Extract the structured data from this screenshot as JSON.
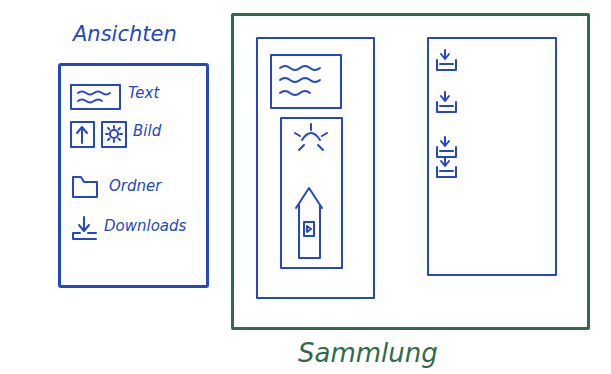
{
  "diagram": {
    "nodes": [
      {
        "text": [
          "Ansichten"
        ]
      },
      {
        "text": [
          "Sammlung"
        ]
      }
    ],
    "labels": [
      "Text",
      "Bild",
      "Ordner",
      "Downloads"
    ]
  }
}
